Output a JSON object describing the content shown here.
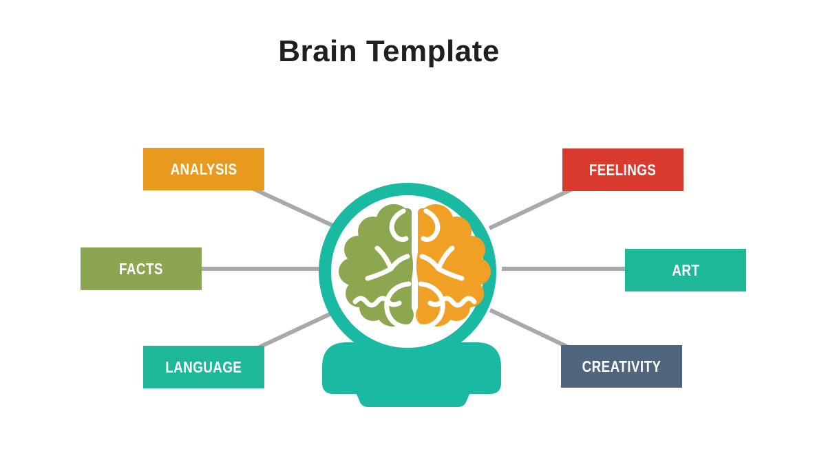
{
  "title": {
    "text": "Brain Template",
    "color": "#1f1f1f"
  },
  "background": "#ffffff",
  "connector_color": "#a9a9a9",
  "head_icon": {
    "name": "brain-head-icon",
    "body_color": "#1ab9a1",
    "skull_fill": "#ffffff",
    "left_hemisphere_color": "#8da750",
    "right_hemisphere_color": "#f0a125",
    "fold_color": "#ffffff"
  },
  "nodes": [
    {
      "id": "analysis",
      "label": "ANALYSIS",
      "color": "#e89a1e",
      "text_color": "#ffffff",
      "side": "left",
      "row": "top"
    },
    {
      "id": "facts",
      "label": "FACTS",
      "color": "#8ca551",
      "text_color": "#ffffff",
      "side": "left",
      "row": "middle"
    },
    {
      "id": "language",
      "label": "LANGUAGE",
      "color": "#1eb898",
      "text_color": "#ffffff",
      "side": "left",
      "row": "bottom"
    },
    {
      "id": "feelings",
      "label": "FEELINGS",
      "color": "#da3a2e",
      "text_color": "#ffffff",
      "side": "right",
      "row": "top"
    },
    {
      "id": "art",
      "label": "ART",
      "color": "#1eb898",
      "text_color": "#ffffff",
      "side": "right",
      "row": "middle"
    },
    {
      "id": "creativity",
      "label": "CREATIVITY",
      "color": "#50657e",
      "text_color": "#ffffff",
      "side": "right",
      "row": "bottom"
    }
  ]
}
